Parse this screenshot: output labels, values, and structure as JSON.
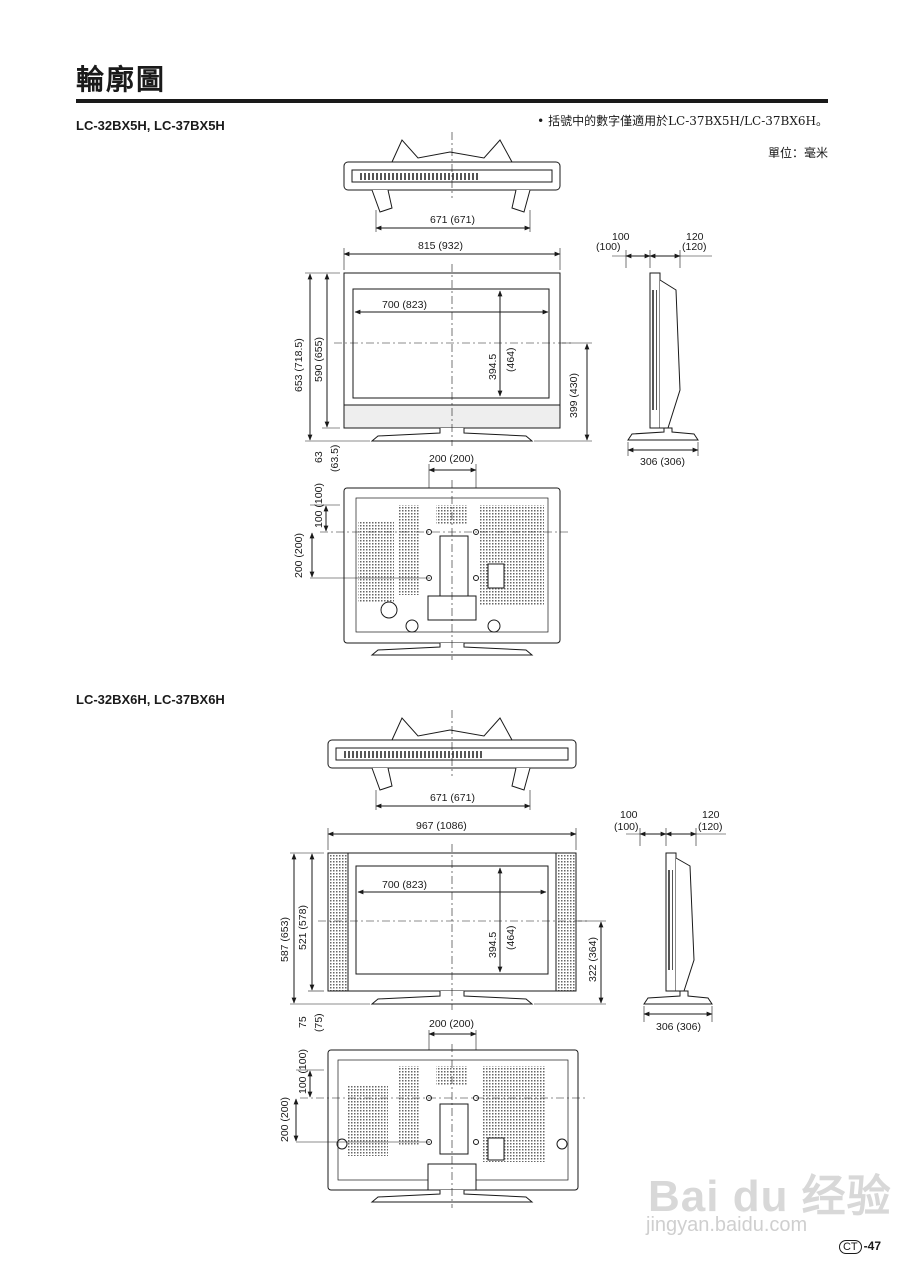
{
  "page": {
    "title": "輪廓圖",
    "note": "括號中的數字僅適用於LC-37BX5H/LC-37BX6H。",
    "note_bullet": "•",
    "unit": "單位：毫米",
    "page_label": "CT",
    "page_number": "-47",
    "watermark_main": "Bai du 经验",
    "watermark_url": "jingyan.baidu.com"
  },
  "section1": {
    "model": "LC-32BX5H, LC-37BX5H",
    "dims": {
      "top_width": "671  (671)",
      "overall_width": "815  (932)",
      "screen_width": "700  (823)",
      "screen_height_a": "394.5",
      "screen_height_b": "(464)",
      "overall_height": "653 (718.5)",
      "body_height": "590 (655)",
      "center_height": "399 (430)",
      "stand_a": "63",
      "stand_b": "(63.5)",
      "depth_front_a": "100",
      "depth_front_b": "(100)",
      "depth_back_a": "120",
      "depth_back_b": "(120)",
      "depth_base": "306 (306)",
      "vesa_w": "200 (200)",
      "vesa_offset": "100 (100)",
      "vesa_h": "200 (200)"
    }
  },
  "section2": {
    "model": "LC-32BX6H, LC-37BX6H",
    "dims": {
      "top_width": "671  (671)",
      "overall_width": "967  (1086)",
      "screen_width": "700  (823)",
      "screen_height_a": "394.5",
      "screen_height_b": "(464)",
      "overall_height": "587 (653)",
      "body_height": "521 (578)",
      "center_height": "322 (364)",
      "stand_a": "75",
      "stand_b": "(75)",
      "depth_front_a": "100",
      "depth_front_b": "(100)",
      "depth_back_a": "120",
      "depth_back_b": "(120)",
      "depth_base": "306 (306)",
      "vesa_w": "200 (200)",
      "vesa_offset": "100 (100)",
      "vesa_h": "200 (200)"
    }
  }
}
